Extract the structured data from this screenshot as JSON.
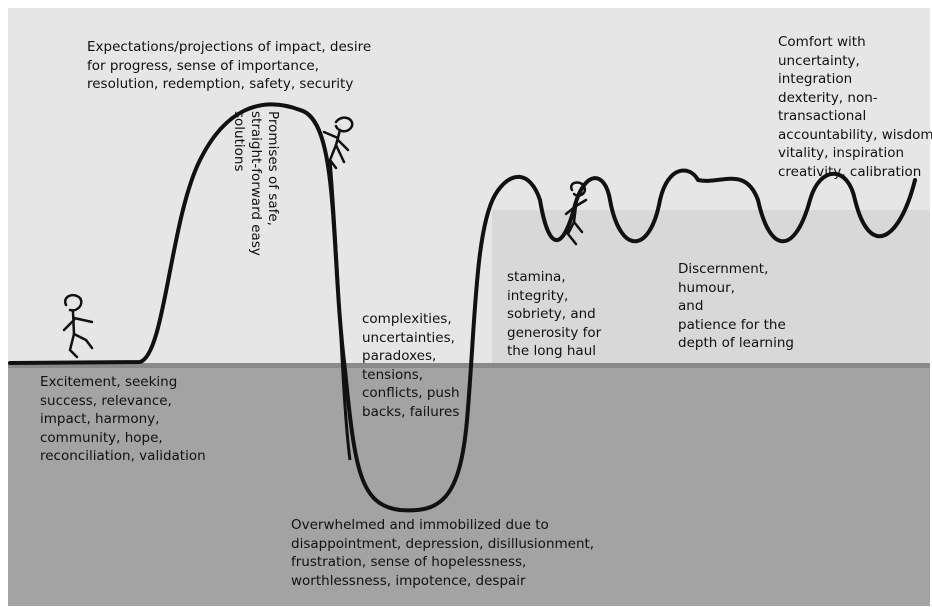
{
  "labels": {
    "expectations": "Expectations/projections of impact, desire\nfor progress, sense of importance,\nresolution, redemption, safety, security",
    "promises": "Promises of safe,\nstraight-forward easy\nsolutions",
    "comfort": "Comfort with\nuncertainty, integration\ndexterity, non-\ntransactional\naccountability, wisdom,\nvitality, inspiration\ncreativity, calibration",
    "excitement": "Excitement, seeking\nsuccess, relevance,\nimpact, harmony,\ncommunity, hope,\nreconciliation, validation",
    "complexities": "complexities,\nuncertainties,\nparadoxes,\ntensions,\nconflicts, push\nbacks, failures",
    "stamina": "stamina,\nintegrity,\nsobriety, and\ngenerosity for\nthe long haul",
    "discernment": "Discernment,\nhumour,\nand\npatience for the\ndepth of learning",
    "overwhelmed": "Overwhelmed and immobilized due to\ndisappointment, depression, disillusionment,\nfrustration, sense of hopelessness,\nworthlessness, impotence, despair"
  },
  "colors": {
    "ink": "#111111",
    "sky": "#e6e6e6",
    "plateau": "#d8d8d8",
    "ground": "#a3a3a3"
  },
  "figures": [
    "stick-figure-walking",
    "stick-figure-falling",
    "stick-figure-climbing"
  ]
}
